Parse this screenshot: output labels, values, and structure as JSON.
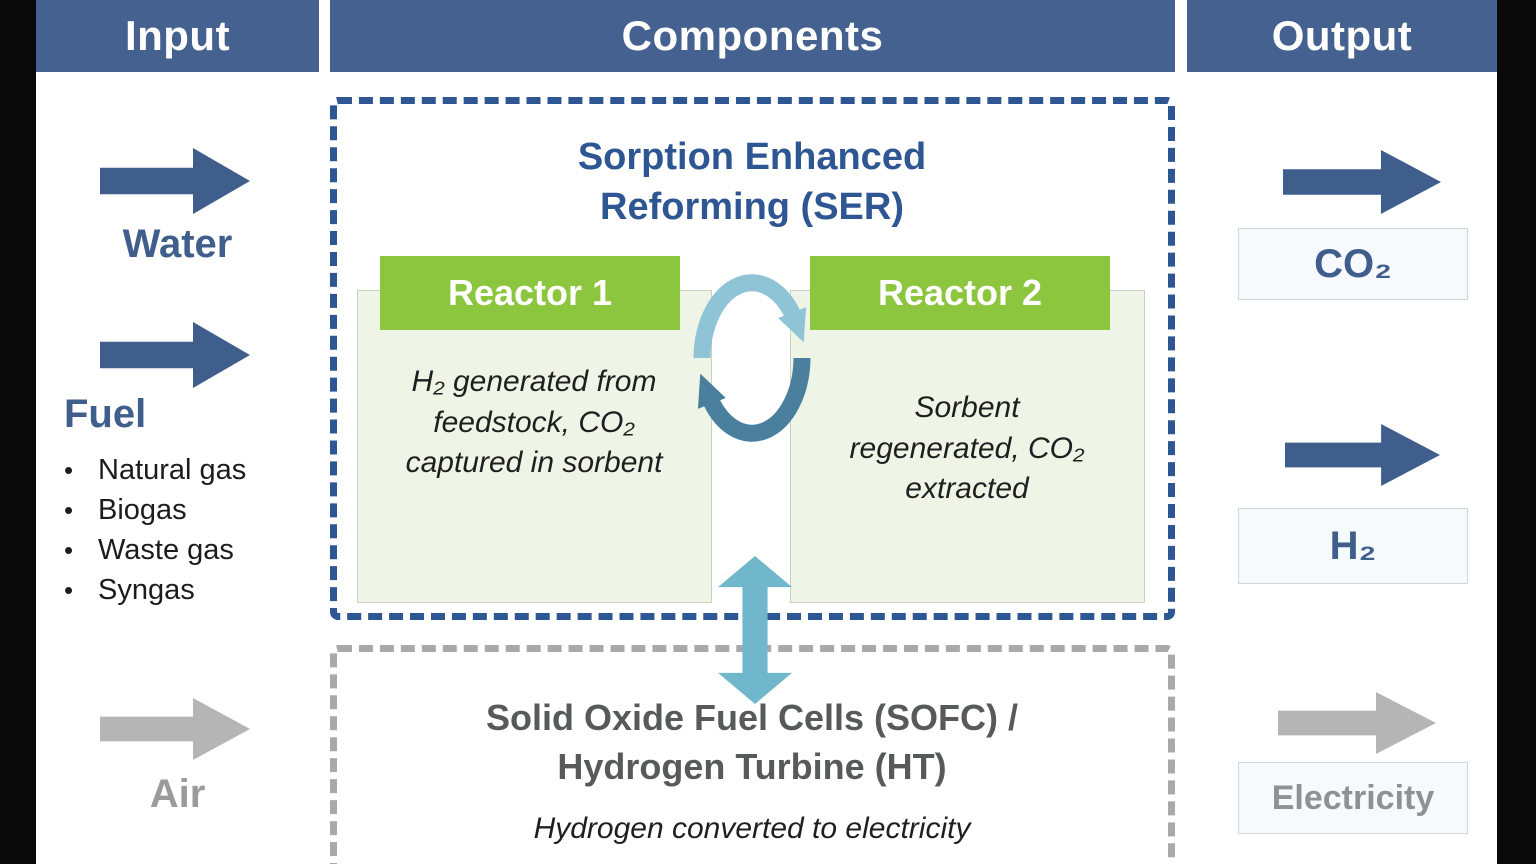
{
  "colors": {
    "header_bg": "#44618f",
    "accent_blue": "#3f5e8c",
    "dashed_blue_border": "#2e5693",
    "dashed_gray_border": "#a9a9a9",
    "reactor_green": "#8cc53e",
    "panel_green": "#eef5e6",
    "cycle_arrow_light": "#8fc3d6",
    "cycle_arrow_dark": "#4a7f9e",
    "vertical_arrow_teal": "#70b7cb",
    "gray_arrow": "#b5b5b5",
    "gray_text": "#9b9b9b"
  },
  "headers": {
    "input": "Input",
    "components": "Components",
    "output": "Output"
  },
  "input_column": {
    "water_label": "Water",
    "fuel_label": "Fuel",
    "fuel_items": [
      "Natural gas",
      "Biogas",
      "Waste gas",
      "Syngas"
    ],
    "air_label": "Air"
  },
  "components_column": {
    "ser_title": "Sorption Enhanced Reforming (SER)",
    "reactor1_label": "Reactor 1",
    "reactor2_label": "Reactor 2",
    "reactor1_desc": "H₂ generated from feedstock, CO₂ captured in sorbent",
    "reactor2_desc": "Sorbent regenerated, CO₂ extracted",
    "sofc_title": "Solid Oxide Fuel Cells (SOFC) / Hydrogen Turbine (HT)",
    "sofc_desc": "Hydrogen converted to electricity"
  },
  "output_column": {
    "co2_label": "CO₂",
    "h2_label": "H₂",
    "electricity_label": "Electricity"
  }
}
